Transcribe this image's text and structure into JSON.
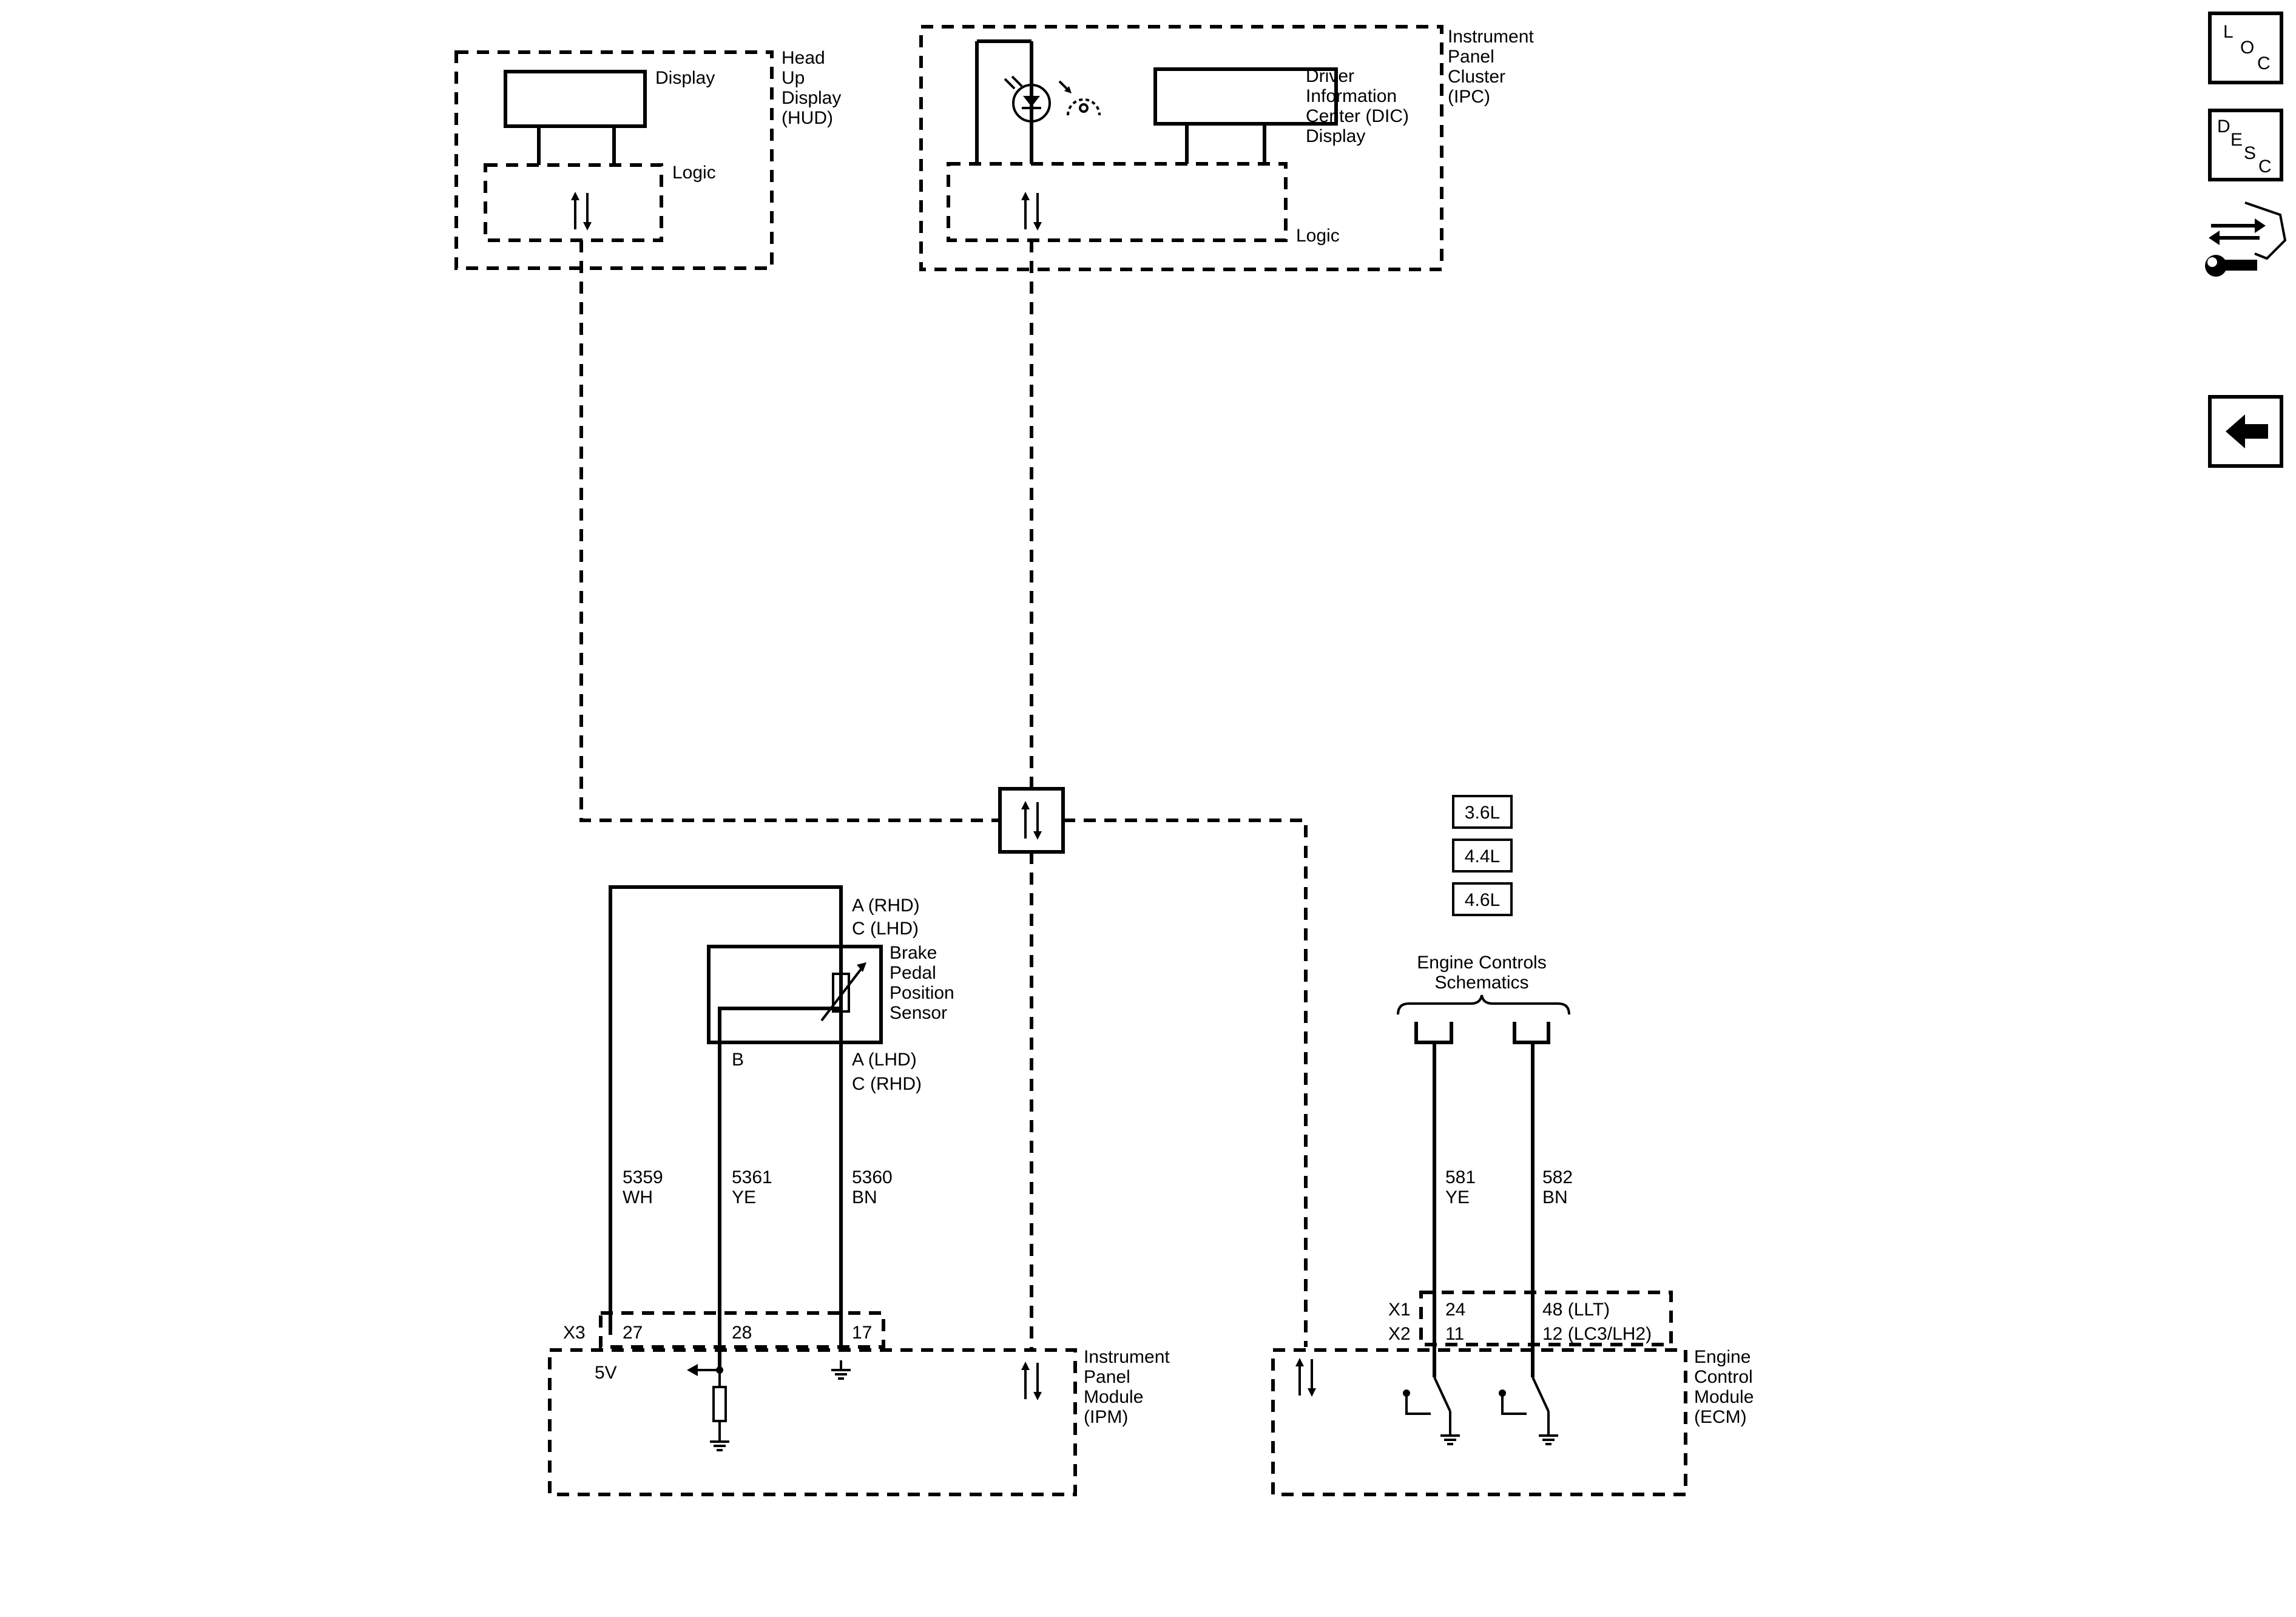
{
  "hud": {
    "title": [
      "Head",
      "Up",
      "Display",
      "(HUD)"
    ],
    "display_label": "Display",
    "logic_label": "Logic"
  },
  "ipc": {
    "title": [
      "Instrument",
      "Panel",
      "Cluster",
      "(IPC)"
    ],
    "dic_label": [
      "Driver",
      "Information",
      "Center (DIC)",
      "Display"
    ],
    "logic_label": "Logic"
  },
  "sensor": {
    "label": [
      "Brake",
      "Pedal",
      "Position",
      "Sensor"
    ],
    "pin_top": [
      "A (RHD)",
      "C (LHD)"
    ],
    "pin_bottom": [
      "A (LHD)",
      "C (RHD)"
    ],
    "pin_b": "B"
  },
  "wires": [
    {
      "circuit": "5359",
      "color": "WH"
    },
    {
      "circuit": "5361",
      "color": "YE"
    },
    {
      "circuit": "5360",
      "color": "BN"
    },
    {
      "circuit": "581",
      "color": "YE"
    },
    {
      "circuit": "582",
      "color": "BN"
    }
  ],
  "ipm": {
    "title": [
      "Instrument",
      "Panel",
      "Module",
      "(IPM)"
    ],
    "connector": "X3",
    "pins": [
      "27",
      "28",
      "17"
    ],
    "voltage": "5V"
  },
  "ecm": {
    "title": [
      "Engine",
      "Control",
      "Module",
      "(ECM)"
    ],
    "connectors": [
      "X1",
      "X2"
    ],
    "pins_x1": [
      "24",
      "48 (LLT)"
    ],
    "pins_x2": [
      "11",
      "12 (LC3/LH2)"
    ]
  },
  "engines": [
    "3.6L",
    "4.4L",
    "4.6L"
  ],
  "engine_controls_ref": [
    "Engine Controls",
    "Schematics"
  ],
  "nav": {
    "loc": [
      "L",
      "O",
      "C"
    ],
    "desc": [
      "D",
      "E",
      "S",
      "C"
    ],
    "connector_icon": "connector-repair-icon",
    "back_icon": "back-arrow-icon"
  }
}
